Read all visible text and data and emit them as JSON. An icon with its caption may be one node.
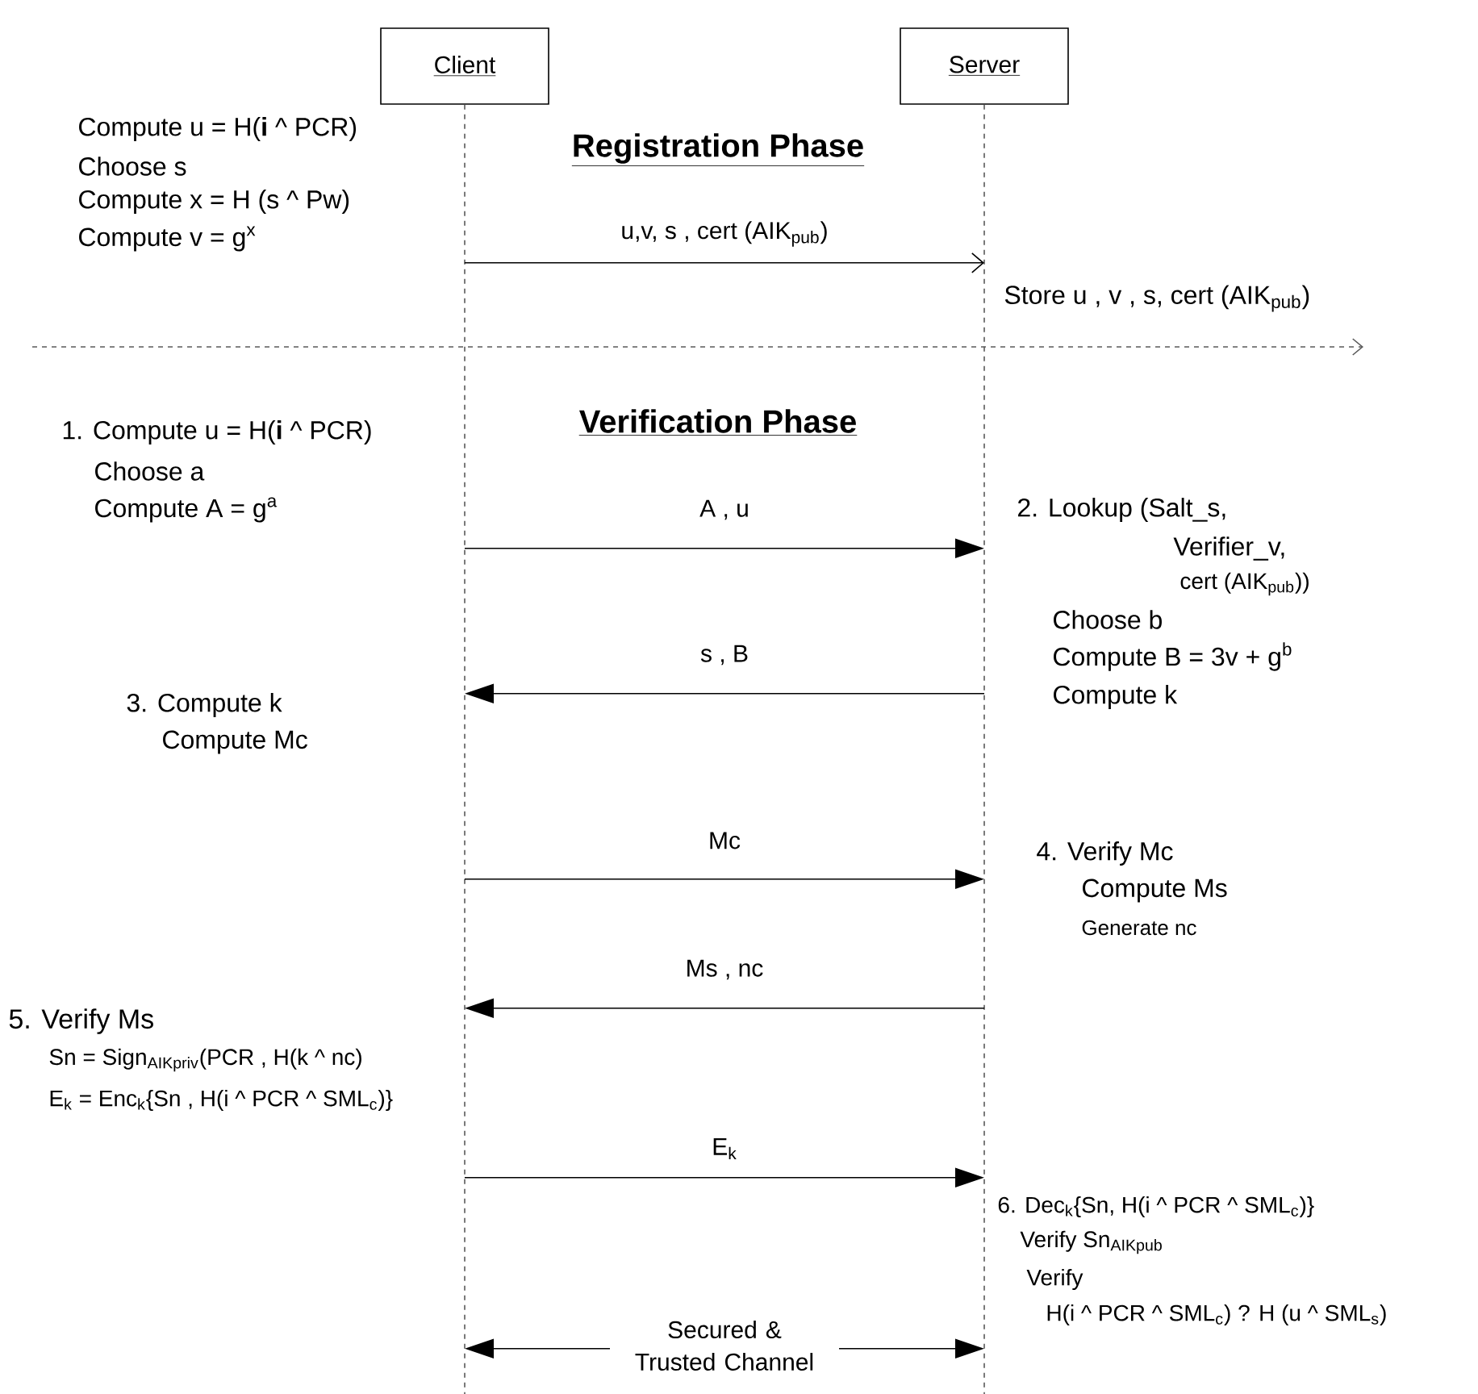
{
  "diagram": {
    "nodes": [
      {
        "text": [
          "Client"
        ]
      },
      {
        "text": [
          "Server"
        ]
      }
    ],
    "edges": [
      {
        "from": 0,
        "to": 1,
        "arrow": "to",
        "label": "u,v, s , cert (AIK$_{pub}$)"
      },
      {
        "from": 0,
        "to": 1,
        "arrow": "to",
        "label": "A , u"
      },
      {
        "from": 1,
        "to": 0,
        "arrow": "to",
        "label": "s , B"
      },
      {
        "from": 0,
        "to": 1,
        "arrow": "to",
        "label": "Mc"
      },
      {
        "from": 1,
        "to": 0,
        "arrow": "to",
        "label": "Ms , nc"
      },
      {
        "from": 0,
        "to": 1,
        "arrow": "to",
        "label": "E$_{k}$"
      },
      {
        "from": 0,
        "to": 1,
        "arrow": "both",
        "label": "Secured & Trusted Channel"
      }
    ],
    "labels": [
      "Compute u = H(**i** ^ PCR)",
      "Registration Phase",
      "Choose s",
      "Compute x = H (s ^ Pw)",
      "Compute v = g$^{x}$",
      "Store u , v , s, cert (AIK$_{pub}$)",
      "Verification Phase",
      "1. Compute u = H(**i** ^ PCR)",
      "Choose a",
      "Compute A = g$^{a}$",
      "2. Lookup (Salt_s,",
      "Verifier_v,",
      "cert (AIK$_{pub}$))",
      "Choose b",
      "Compute B = 3v + g$^{b}$",
      "Compute k",
      "3. Compute k",
      "Compute Mc",
      "4. Verify Mc",
      "Compute Ms",
      "Generate nc",
      "5. Verify Ms",
      "Sn = Sign$_{AIKpriv}$(PCR , H(k ^ nc)",
      "E$_{k}$ = Enc$_{k}${Sn , H(i ^ PCR ^ SML$_{c}$)}",
      "6. Dec$_{k}${Sn, H(i ^ PCR ^ SML$_{c}$)}",
      "Verify Sn$_{AIKpub}$",
      "Verify",
      "H(i ^ PCR ^ SML$_{c}$) ? H (u ^ SML$_{s}$)"
    ]
  }
}
